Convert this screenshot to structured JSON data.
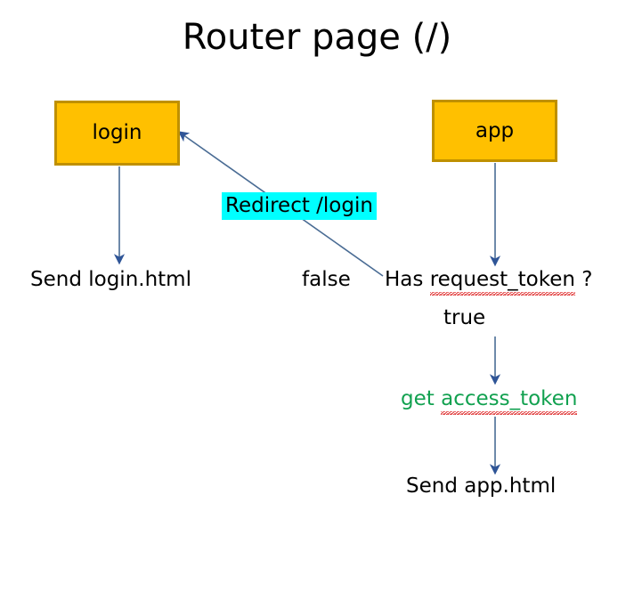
{
  "page": {
    "title": "Router page (/)",
    "background": "#ffffff"
  },
  "colors": {
    "box_fill": "#FFC000",
    "box_border": "#BF9000",
    "arrow": "#4A6C94",
    "arrowhead": "#2F5597",
    "highlight": "#00FFFF",
    "green_text": "#12A150",
    "text": "#000000",
    "spellcheck_underline": "#D23A3A"
  },
  "nodes": {
    "login": {
      "label": "login"
    },
    "app": {
      "label": "app"
    }
  },
  "labels": {
    "send_login_html": "Send login.html",
    "false_branch": "false",
    "has_request_token": {
      "prefix": "Has ",
      "term": "request_token",
      "suffix": " ?"
    },
    "true_branch": "true",
    "redirect_login": "Redirect /login",
    "get_access_token": {
      "prefix": "get ",
      "term": "access_token"
    },
    "send_app_html": "Send app.html"
  },
  "flow": {
    "edges": [
      {
        "name": "login-to-send-login-html",
        "from": "login",
        "to": "send_login_html",
        "type": "vertical-arrow"
      },
      {
        "name": "app-to-has-request-token",
        "from": "app",
        "to": "has_request_token",
        "type": "vertical-arrow"
      },
      {
        "name": "has-request-token-false-to-login",
        "from": "has_request_token",
        "to": "login",
        "type": "diagonal-arrow",
        "condition": "false",
        "action": "Redirect /login"
      },
      {
        "name": "has-request-token-true-to-get-access-token",
        "from": "has_request_token",
        "to": "get_access_token",
        "type": "vertical-arrow",
        "condition": "true"
      },
      {
        "name": "get-access-token-to-send-app-html",
        "from": "get_access_token",
        "to": "send_app_html",
        "type": "vertical-arrow"
      }
    ]
  }
}
